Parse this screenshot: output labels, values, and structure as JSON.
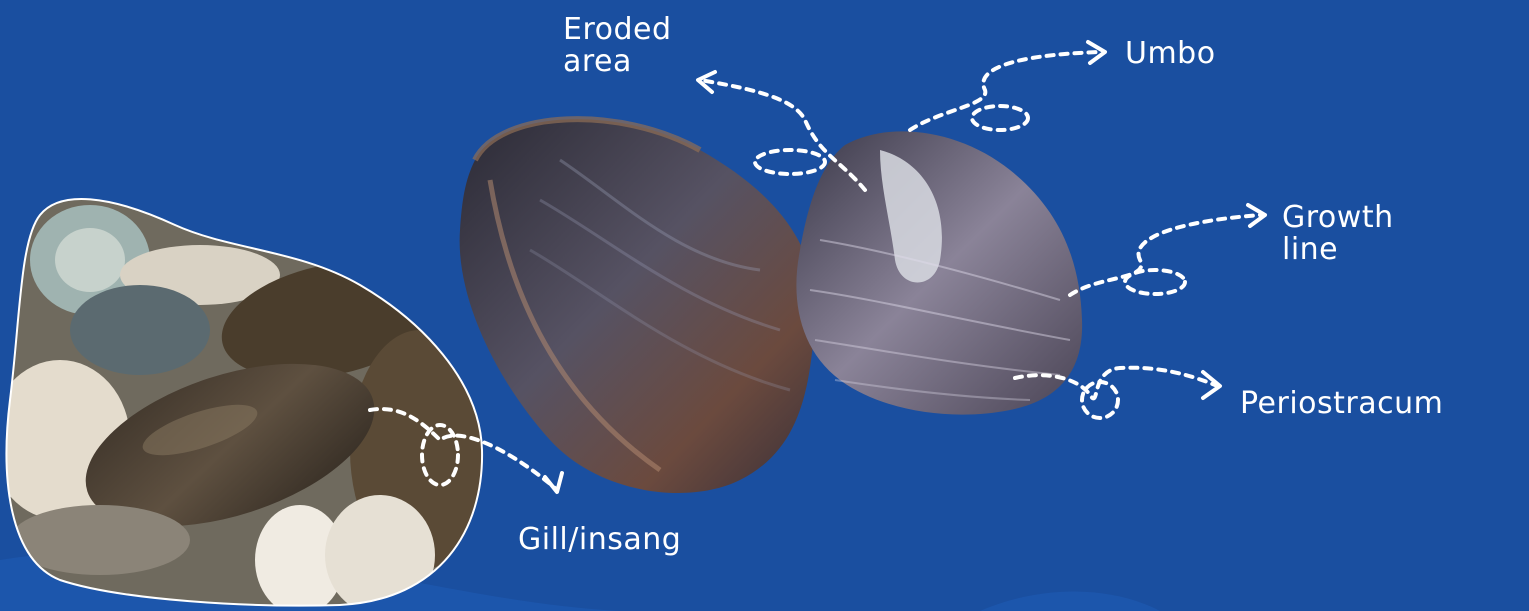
{
  "labels": {
    "eroded_area": [
      "Eroded",
      "area"
    ],
    "umbo": "Umbo",
    "growth_line": [
      "Growth",
      "line"
    ],
    "periostracum": "Periostracum",
    "gill": "Gill/insang"
  },
  "colors": {
    "background": "#1a4fa0",
    "wave": "#1d57ad",
    "annotation": "#ffffff"
  },
  "icons": {
    "arrow": "dashed-arrow-icon",
    "loop": "dashed-loop-icon"
  }
}
